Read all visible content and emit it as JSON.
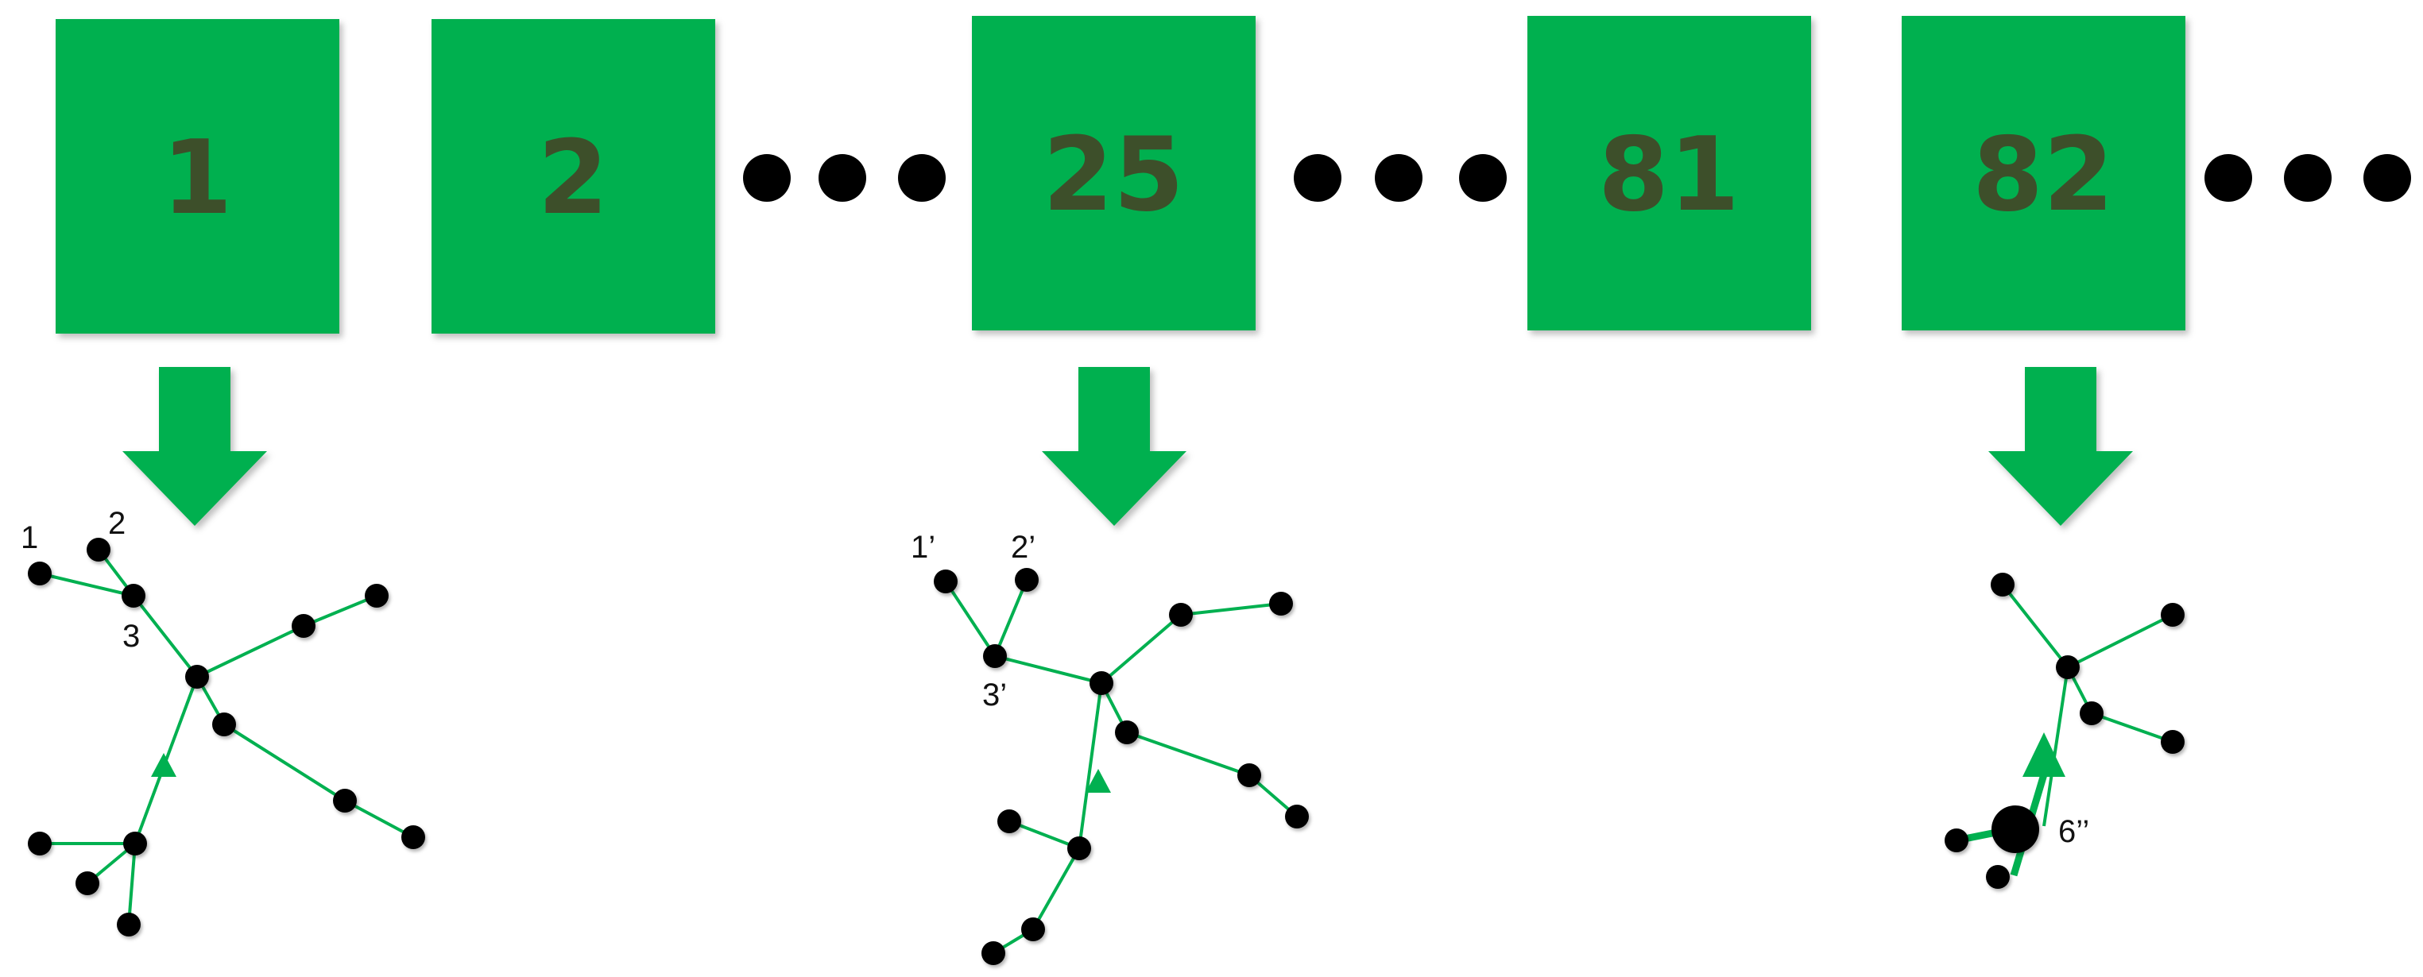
{
  "colors": {
    "box_fill": "#00b050",
    "box_text": "#3d4f2a",
    "edge": "#00b050",
    "node": "#000000"
  },
  "boxes": [
    {
      "label": "1"
    },
    {
      "label": "2"
    },
    {
      "label": "25"
    },
    {
      "label": "81"
    },
    {
      "label": "82"
    }
  ],
  "trees": {
    "t1": {
      "labels": [
        "1",
        "2",
        "3"
      ]
    },
    "t25": {
      "labels": [
        "1’",
        "2’",
        "3’"
      ]
    },
    "t82": {
      "labels": [
        "6’’"
      ]
    }
  }
}
